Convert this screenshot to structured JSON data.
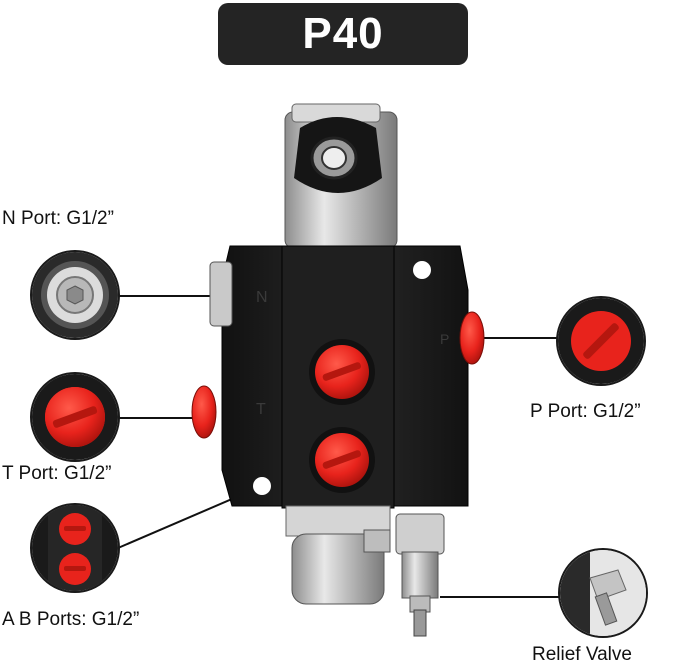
{
  "title": "P40",
  "labels": {
    "n_port": "N Port: G1/2”",
    "t_port": "T Port: G1/2”",
    "ab_ports": "A B Ports: G1/2”",
    "p_port": "P Port: G1/2”",
    "relief_valve": "Relief Valve"
  },
  "body_markings": {
    "n": "N",
    "t": "T",
    "p": "P"
  },
  "colors": {
    "badge": "#242424",
    "plug_red": "#e8231c",
    "valve_body": "#1c1c1c",
    "metal": "#c8c8c8"
  }
}
